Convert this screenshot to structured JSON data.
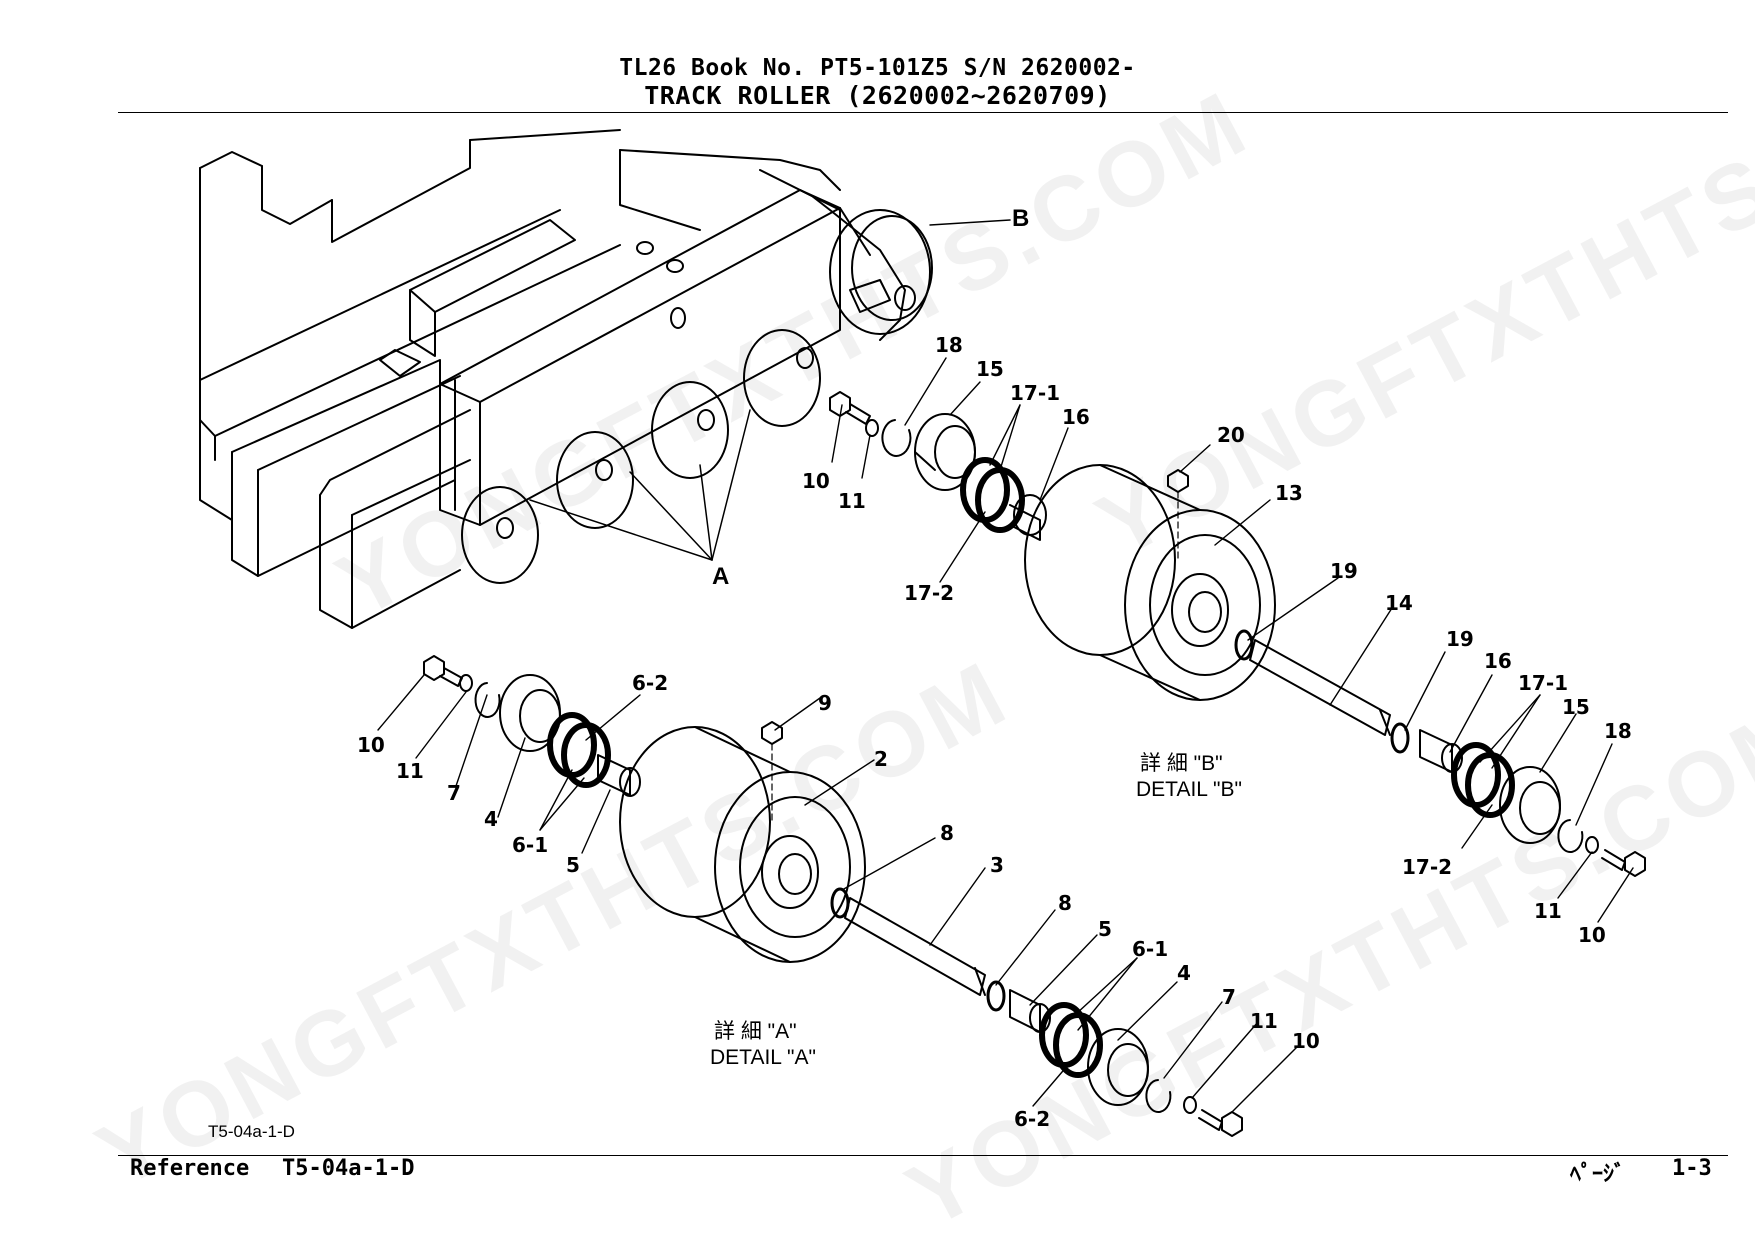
{
  "header": {
    "line1": "TL26  Book No. PT5-101Z5  S/N 2620002-",
    "line2": "TRACK ROLLER (2620002~2620709)"
  },
  "drawing_code": "T5-04a-1-D",
  "footer": {
    "reference_label": "Reference",
    "reference_code": "T5-04a-1-D",
    "page_label": "ﾍﾟｰｼﾞ",
    "page_number": "1-3"
  },
  "view_letters": {
    "a": "A",
    "b": "B"
  },
  "detail_a": {
    "jp": "詳 細 \"A\"",
    "en": "DETAIL \"A\""
  },
  "detail_b": {
    "jp": "詳 細 \"B\"",
    "en": "DETAIL \"B\""
  },
  "callouts_b": [
    "18",
    "15",
    "17-1",
    "16",
    "20",
    "10",
    "11",
    "17-2",
    "13",
    "19",
    "14",
    "19",
    "16",
    "17-1",
    "15",
    "18",
    "17-2",
    "11",
    "10"
  ],
  "callouts_a": [
    "10",
    "11",
    "7",
    "4",
    "6-2",
    "9",
    "2",
    "6-1",
    "5",
    "8",
    "3",
    "8",
    "5",
    "6-1",
    "4",
    "7",
    "11",
    "10",
    "6-2"
  ],
  "watermark": "YONGFTXTHTS.COM"
}
